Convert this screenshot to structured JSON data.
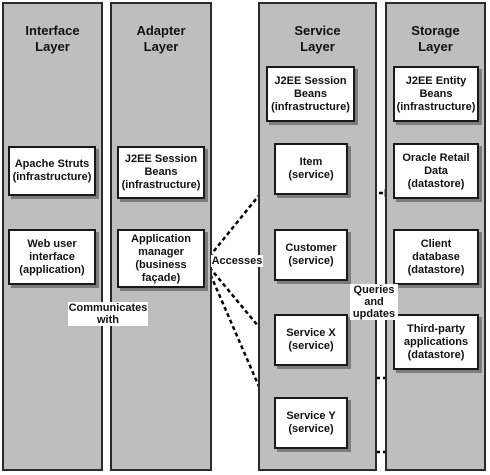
{
  "layers": {
    "interface": "Interface\nLayer",
    "adapter": "Adapter\nLayer",
    "service": "Service\nLayer",
    "storage": "Storage\nLayer"
  },
  "boxes": {
    "apache_struts": "Apache Struts\n(infrastructure)",
    "web_ui": "Web user\ninterface\n(application)",
    "adapter_session_beans": "J2EE Session\nBeans\n(infrastructure)",
    "application_manager": "Application\nmanager\n(business\nfaçade)",
    "service_session_beans": "J2EE Session\nBeans\n(infrastructure)",
    "item": "Item\n(service)",
    "customer": "Customer\n(service)",
    "service_x": "Service X\n(service)",
    "service_y": "Service Y\n(service)",
    "entity_beans": "J2EE Entity\nBeans\n(infrastructure)",
    "oracle_retail": "Oracle Retail\nData\n(datastore)",
    "client_db": "Client\ndatabase\n(datastore)",
    "third_party": "Third-party\napplications\n(datastore)"
  },
  "labels": {
    "communicates": "Communicates\nwith",
    "accesses": "Accesses",
    "queries": "Queries\nand\nupdates"
  },
  "colors": {
    "layer_fill": "#bebebe",
    "box_fill": "#ffffff",
    "line": "#000000"
  }
}
